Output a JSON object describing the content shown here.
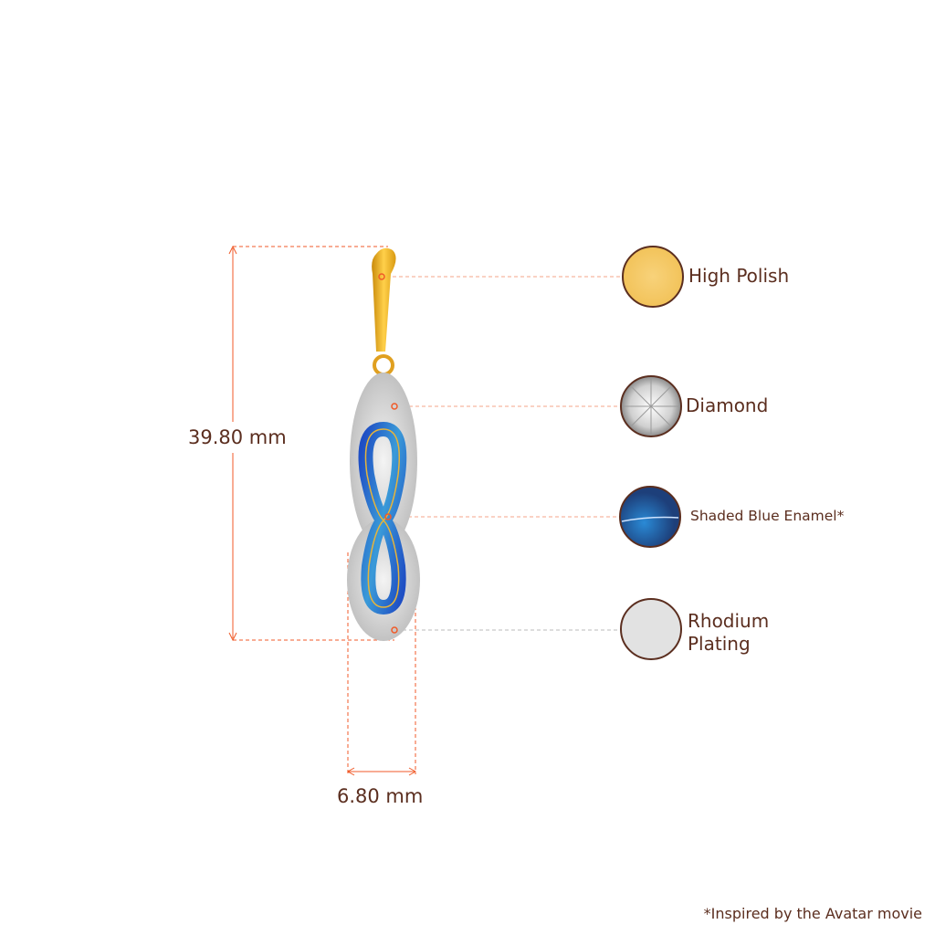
{
  "dimensions": {
    "height_label": "39.80 mm",
    "width_label": "6.80 mm"
  },
  "materials": [
    {
      "label": "High Polish",
      "color": "#f6cd6e"
    },
    {
      "label": "Diamond",
      "color": "#e6e6e6"
    },
    {
      "label": "Shaded Blue Enamel*",
      "color": "#2f5fa8"
    },
    {
      "label": "Rhodium Plating",
      "color": "#e2e2e2"
    }
  ],
  "footnote": "*Inspired by the Avatar movie",
  "colors": {
    "dimension": "#f05a28",
    "leader": "#f4a58a",
    "leader_grey": "#bbbbbb",
    "text": "#5b2e1f",
    "gold": "#f0b429",
    "enamel": "#2d6fd0"
  }
}
